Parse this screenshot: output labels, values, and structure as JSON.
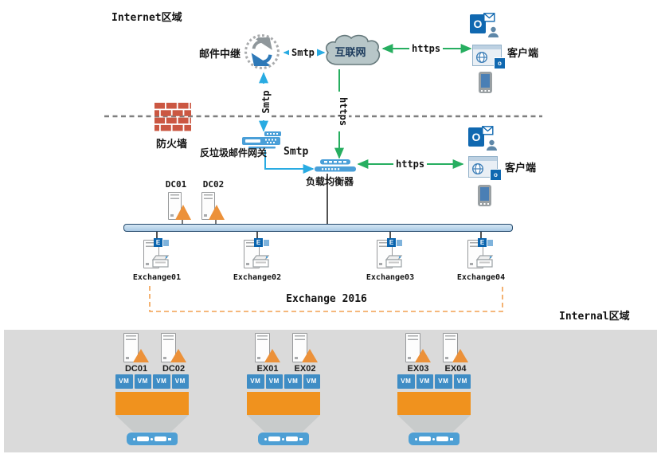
{
  "labels": {
    "internet_zone": "Internet区域",
    "internal_zone": "Internal区域",
    "mail_relay": "邮件中继",
    "internet_cloud": "互联网",
    "client_top": "客户端",
    "client_mid": "客户端",
    "firewall": "防火墙",
    "antispam_gateway": "反垃圾邮件网关",
    "load_balancer": "负载均衡器",
    "exchange_group": "Exchange 2016"
  },
  "links": {
    "smtp_relay_cloud": "Smtp",
    "smtp_relay_gateway": "Smtp",
    "smtp_gateway_lb": "Smtp",
    "https_cloud_client": "https",
    "https_cloud_lb": "https",
    "https_lb_client": "https"
  },
  "domain_controllers": [
    "DC01",
    "DC02"
  ],
  "exchange_servers": [
    "Exchange01",
    "Exchange02",
    "Exchange03",
    "Exchange04"
  ],
  "virtualization": {
    "vm_label": "VM",
    "groups": [
      {
        "hosts": [
          "DC01",
          "DC02"
        ]
      },
      {
        "hosts": [
          "EX01",
          "EX02"
        ]
      },
      {
        "hosts": [
          "EX03",
          "EX04"
        ]
      }
    ]
  },
  "colors": {
    "arrow_smtp": "#29ABE2",
    "arrow_https": "#27AE60",
    "firewall_brick": "#CB5742",
    "ad_triangle": "#EC9139",
    "vm_tile": "#3F8DC5",
    "hypervisor": "#F0921E",
    "storage": "#4E9FD4",
    "bus_fill": "#B8D4EA",
    "bus_border": "#24496B",
    "panel": "#DADADA",
    "bracket": "#F2A050",
    "divider": "#7F7F7F"
  }
}
